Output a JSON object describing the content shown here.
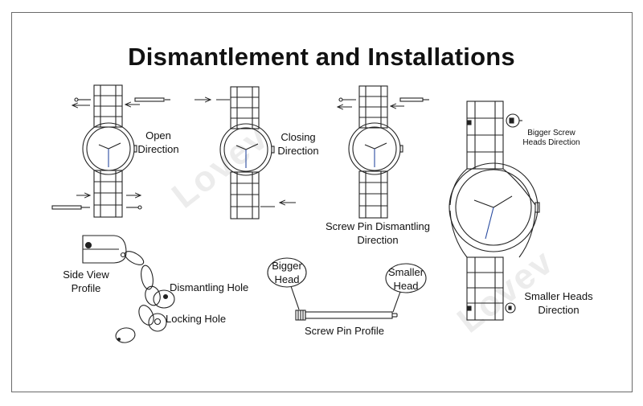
{
  "title": "Dismantlement and Installations",
  "watermark": "Lovev",
  "labels": {
    "open_direction": [
      "Open",
      "Direction"
    ],
    "closing_direction": [
      "Closing",
      "Direction"
    ],
    "screw_pin_dismantling_direction": [
      "Screw Pin Dismantling",
      "Direction"
    ],
    "bigger_screw_heads_direction": [
      "Bigger Screw",
      "Heads Direction"
    ],
    "smaller_heads_direction": [
      "Smaller Heads",
      "Direction"
    ],
    "side_view_profile": [
      "Side View",
      "Profile"
    ],
    "dismantling_hole": "Dismantling Hole",
    "locking_hole": "Locking Hole",
    "bigger_head": [
      "Bigger",
      "Head"
    ],
    "smaller_head": [
      "Smaller",
      "Head"
    ],
    "screw_pin_profile": "Screw Pin Profile"
  }
}
